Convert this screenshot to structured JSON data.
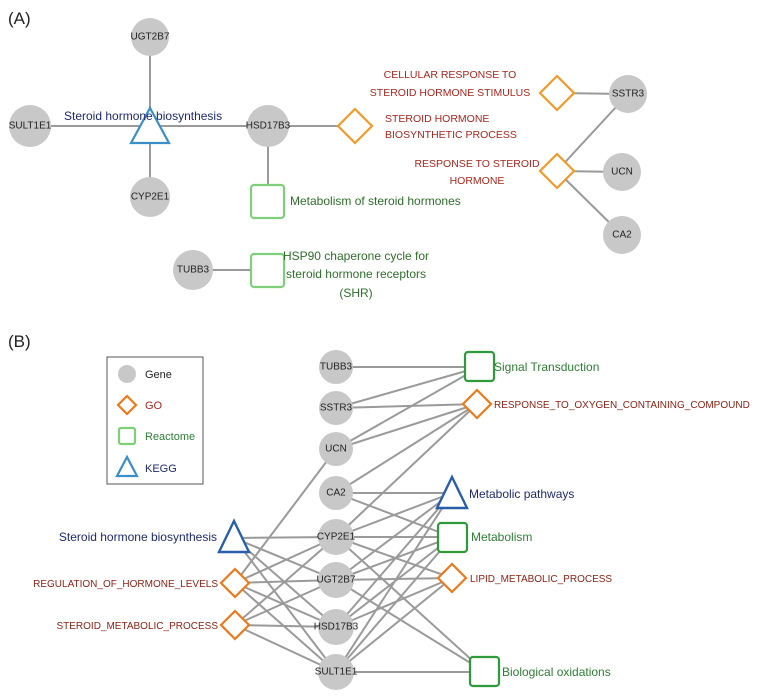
{
  "panel_a": {
    "label": "(A)",
    "genes": {
      "ugt2b7": "UGT2B7",
      "sult1e1": "SULT1E1",
      "cyp2e1": "CYP2E1",
      "hsd17b3": "HSD17B3",
      "tubb3": "TUBB3",
      "sstr3": "SSTR3",
      "ucn": "UCN",
      "ca2": "CA2"
    },
    "kegg": {
      "steroid_biosynthesis": "Steroid hormone biosynthesis"
    },
    "go": {
      "cellular_response": [
        "CELLULAR RESPONSE TO",
        "STEROID HORMONE STIMULUS"
      ],
      "biosynthetic_process": [
        "STEROID HORMONE",
        "BIOSYNTHETIC PROCESS"
      ],
      "response_to_steroid": [
        "RESPONSE TO STEROID",
        "HORMONE"
      ]
    },
    "reactome": {
      "metabolism_steroid": "Metabolism of steroid hormones",
      "hsp90": [
        "HSP90 chaperone cycle for",
        "steroid hormone receptors",
        "(SHR)"
      ]
    }
  },
  "panel_b": {
    "label": "(B)",
    "legend": {
      "gene": "Gene",
      "go": "GO",
      "reactome": "Reactome",
      "kegg": "KEGG"
    },
    "genes": {
      "tubb3": "TUBB3",
      "sstr3": "SSTR3",
      "ucn": "UCN",
      "ca2": "CA2",
      "cyp2e1": "CYP2E1",
      "ugt2b7": "UGT2B7",
      "hsd17b3": "HSD17B3",
      "sult1e1": "SULT1E1"
    },
    "left_terms": {
      "steroid_biosynthesis": "Steroid hormone biosynthesis",
      "regulation_hormone": "REGULATION_OF_HORMONE_LEVELS",
      "steroid_metabolic": "STEROID_METABOLIC_PROCESS"
    },
    "right_terms": {
      "signal_transduction": "Signal Transduction",
      "response_oxygen": "RESPONSE_TO_OXYGEN_CONTAINING_COMPOUND",
      "metabolic_pathways": "Metabolic pathways",
      "metabolism": "Metabolism",
      "lipid_metabolic": "LIPID_METABOLIC_PROCESS",
      "biological_oxidations": "Biological oxidations"
    }
  },
  "colors": {
    "gene": "#c8c8c8",
    "go": "#f09a2a",
    "reactome": "#7fcf7a",
    "kegg": "#3a8fc8",
    "edge": "#9a9a9a"
  }
}
